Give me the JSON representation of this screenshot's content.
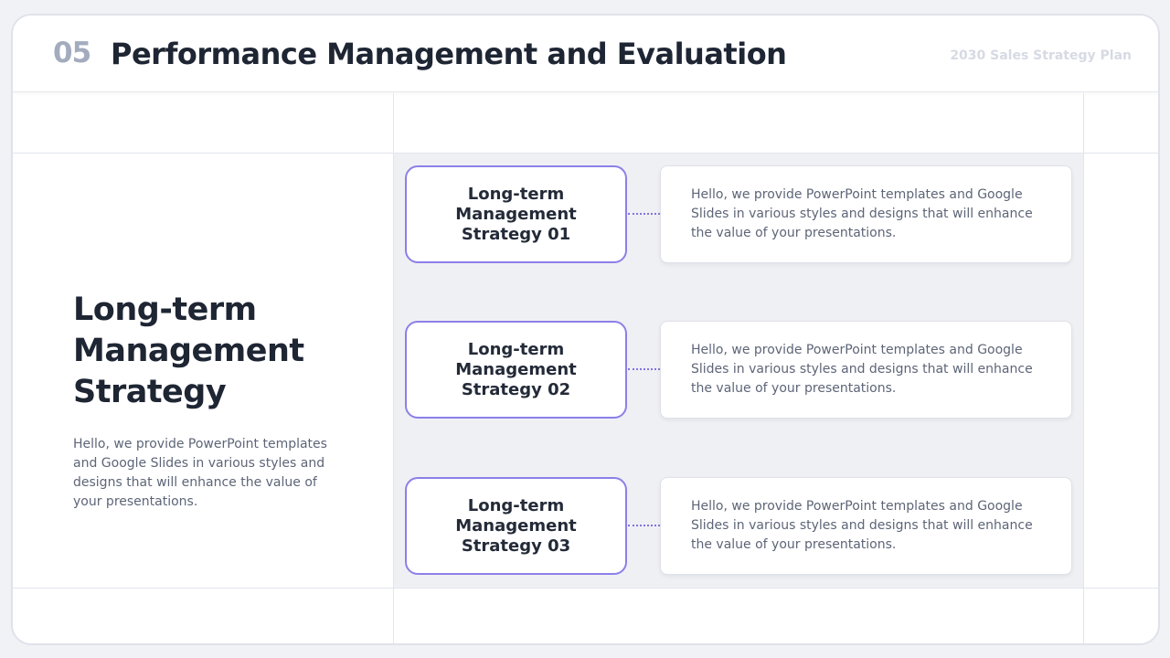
{
  "header": {
    "section_number": "05",
    "title": "Performance Management and Evaluation",
    "plan_label": "2030 Sales Strategy Plan"
  },
  "left": {
    "heading": "Long-term Management Strategy",
    "text": "Hello, we provide PowerPoint templates and Google Slides in various styles and designs that will enhance the value of your presentations."
  },
  "strategies": [
    {
      "title": "Long-term Management Strategy 01",
      "description": "Hello, we provide PowerPoint templates and Google Slides in various styles and designs that will enhance the value of your presentations."
    },
    {
      "title": "Long-term Management Strategy 02",
      "description": "Hello, we provide PowerPoint templates and Google Slides in various styles and designs that will enhance the value of your presentations."
    },
    {
      "title": "Long-term Management Strategy 03",
      "description": "Hello, we provide PowerPoint templates and Google Slides in various styles and designs that will enhance the value of your presentations."
    }
  ],
  "colors": {
    "accent": "#8b80e8",
    "heading": "#1e2533",
    "body_text": "#5d6577",
    "section_number": "#a3acbe",
    "panel_bg": "#eff0f4"
  }
}
